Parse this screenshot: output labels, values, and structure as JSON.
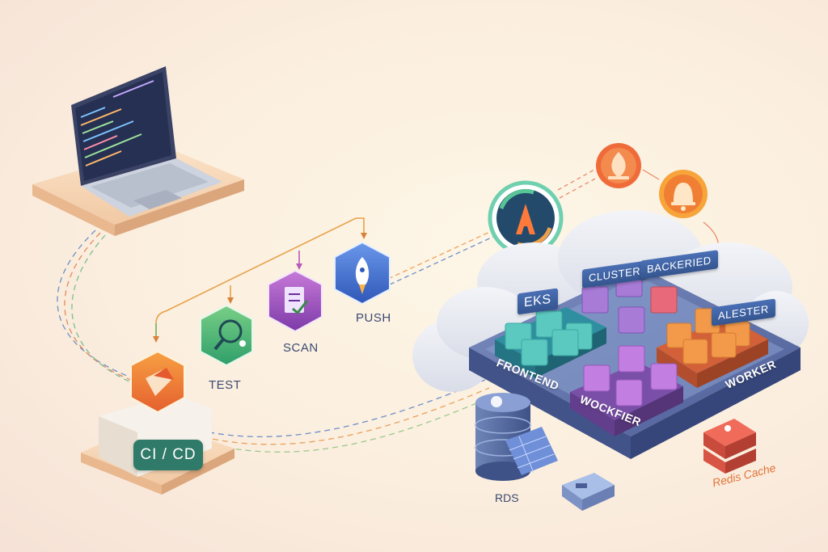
{
  "pipeline": {
    "cicd_label": "CI / CD",
    "stages": [
      {
        "label": "TEST",
        "color": "#4caf6e"
      },
      {
        "label": "SCAN",
        "color": "#9b4fb8"
      },
      {
        "label": "PUSH",
        "color": "#3f6fd0"
      }
    ]
  },
  "cluster": {
    "tiles": [
      "EKS",
      "CLUSTER",
      "BACKERIED",
      "ALESTER"
    ],
    "groups": [
      "FRONTEND",
      "WOCKFIER",
      "WORKER"
    ]
  },
  "services": {
    "rds_label": "RDS",
    "redis_label": "Redis Cache"
  },
  "colors": {
    "accent_orange": "#f07a3a",
    "accent_teal": "#2f7a68",
    "cube_teal": "#5cc9c0",
    "cube_purple": "#a77bd6",
    "cube_orange": "#f39a4a",
    "platform": "#5b6fa6"
  }
}
